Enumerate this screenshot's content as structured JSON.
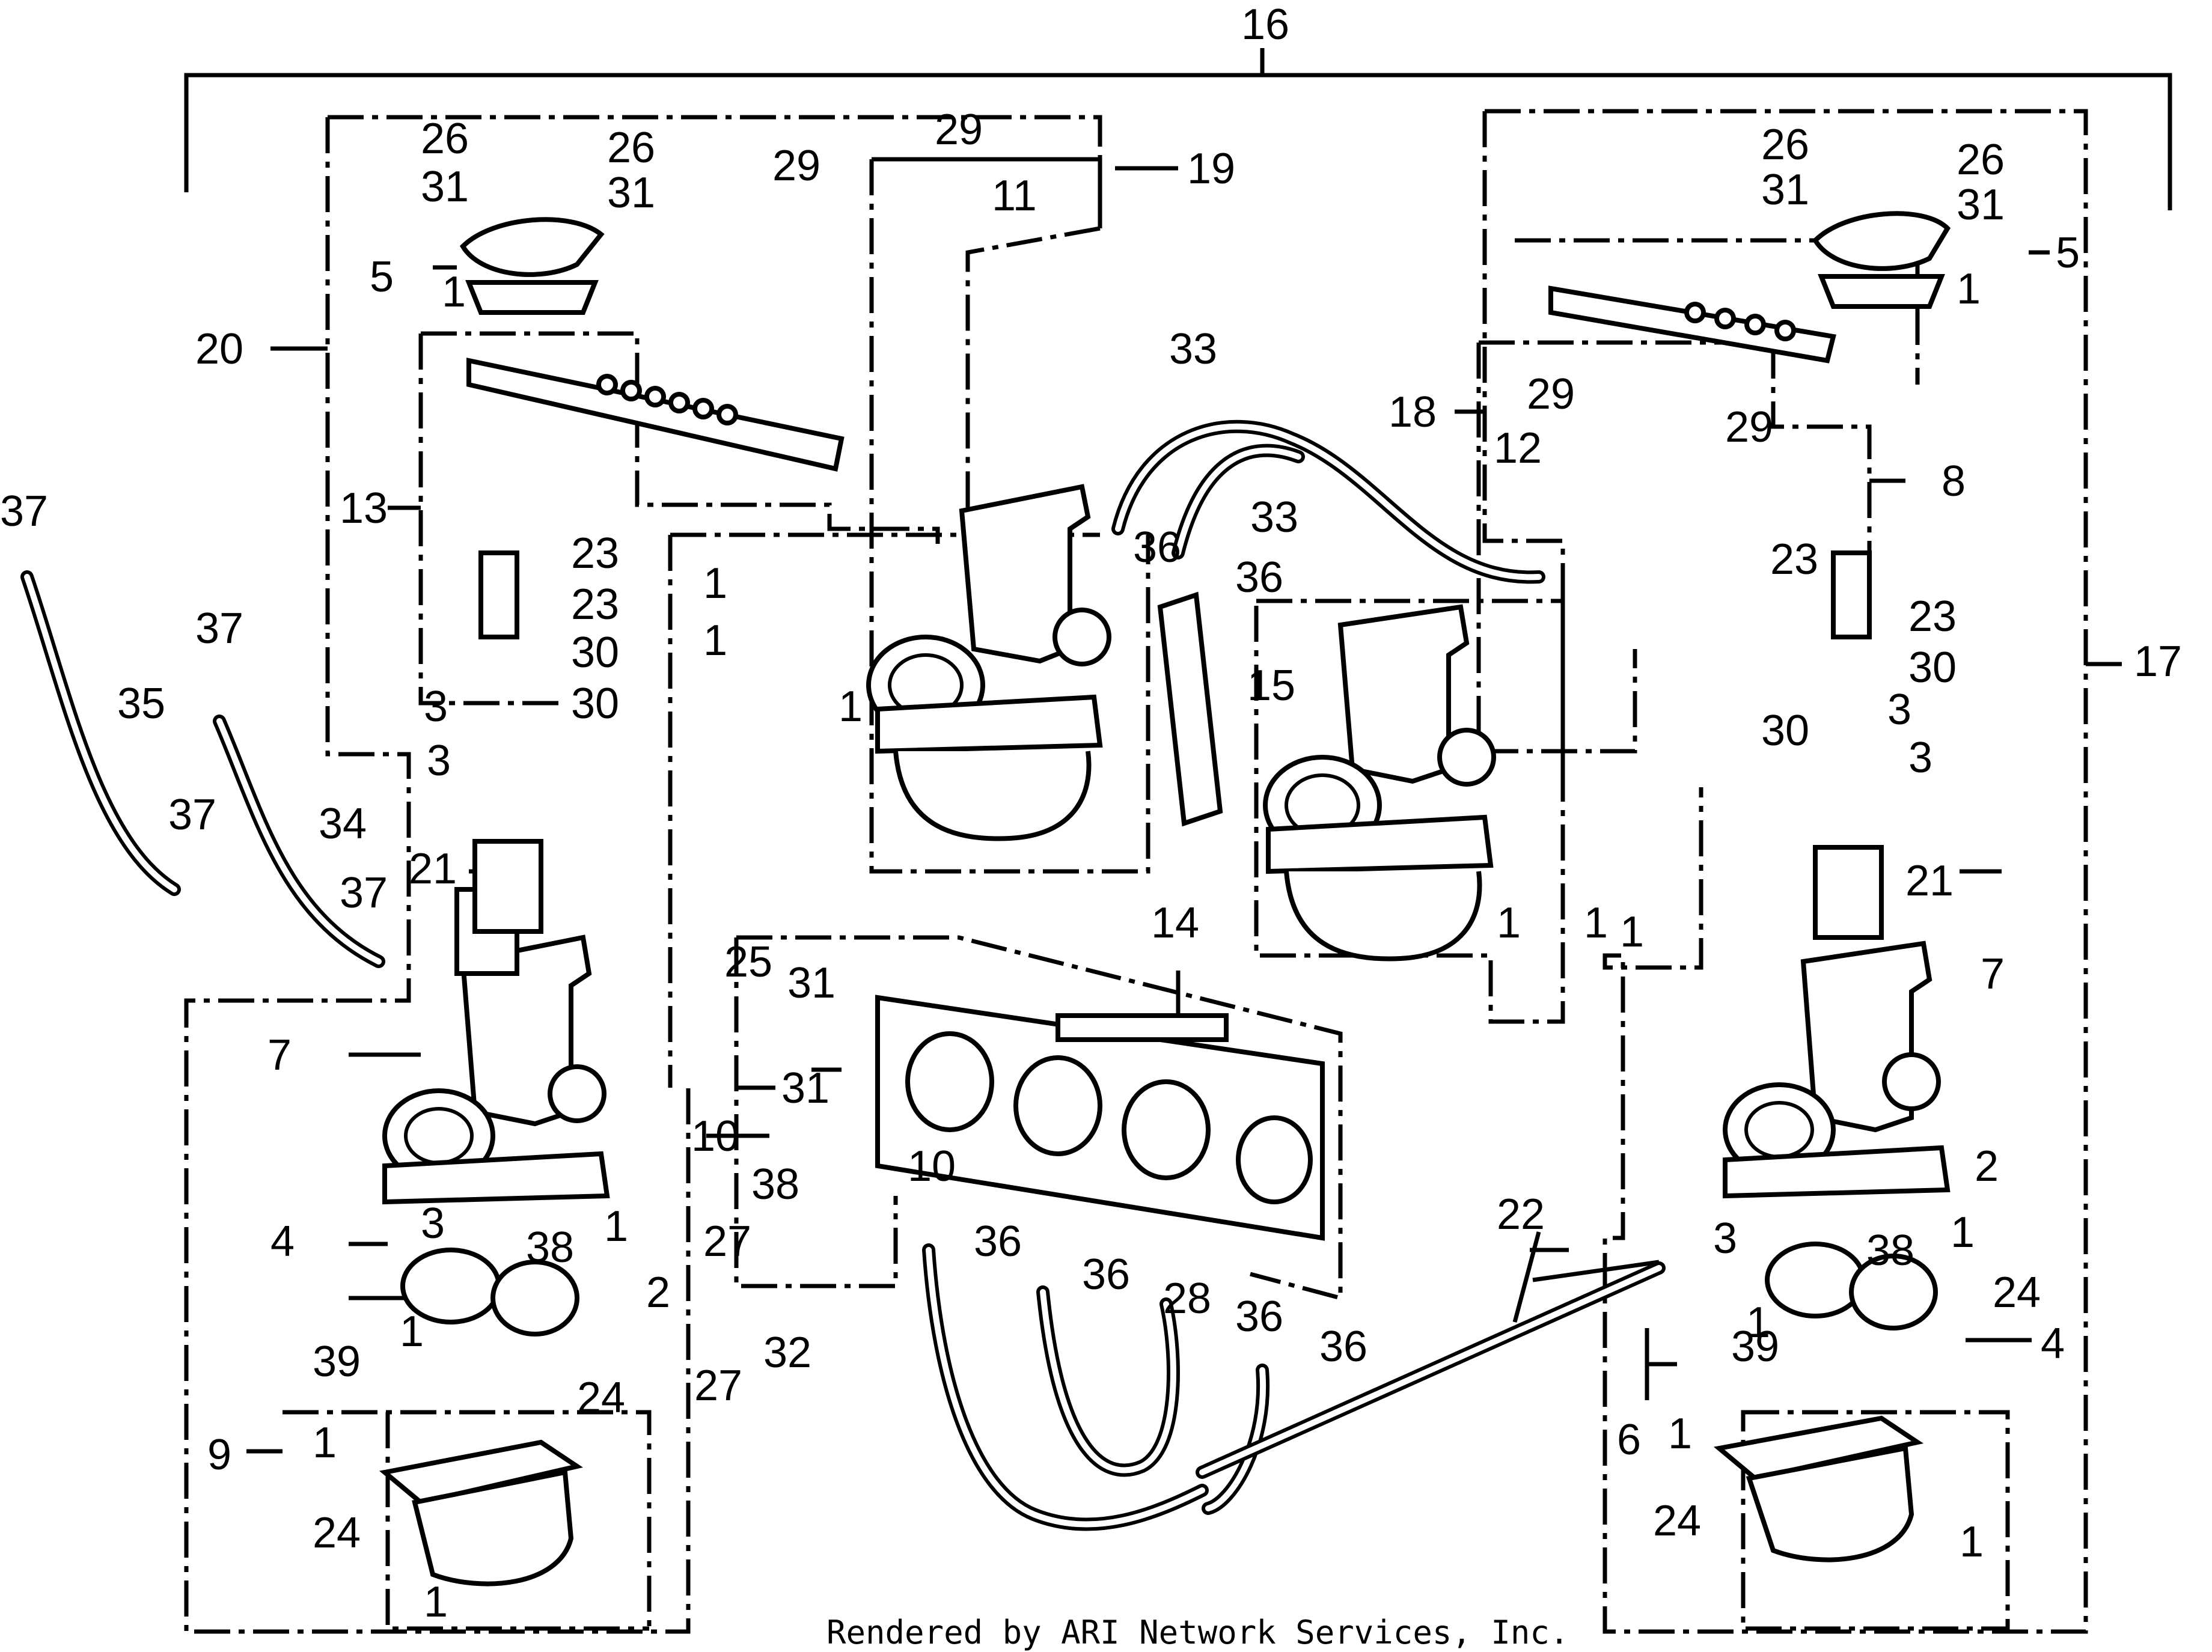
{
  "diagram": {
    "callouts": [
      "16",
      "26",
      "31",
      "26",
      "31",
      "29",
      "29",
      "11",
      "19",
      "26",
      "31",
      "26",
      "31",
      "5",
      "1",
      "5",
      "1",
      "20",
      "33",
      "33",
      "18",
      "29",
      "29",
      "12",
      "8",
      "13",
      "37",
      "23",
      "23",
      "30",
      "30",
      "3",
      "3",
      "1",
      "1",
      "1",
      "36",
      "36",
      "15",
      "23",
      "23",
      "30",
      "30",
      "3",
      "3",
      "17",
      "35",
      "37",
      "34",
      "37",
      "37",
      "21",
      "21",
      "14",
      "1",
      "1",
      "1",
      "7",
      "7",
      "25",
      "31",
      "31",
      "10",
      "10",
      "38",
      "4",
      "3",
      "38",
      "1",
      "2",
      "27",
      "36",
      "36",
      "28",
      "36",
      "36",
      "22",
      "3",
      "38",
      "1",
      "2",
      "24",
      "4",
      "39",
      "1",
      "24",
      "39",
      "1",
      "9",
      "1",
      "6",
      "1",
      "24",
      "24",
      "1",
      "1",
      "27",
      "32"
    ],
    "footer": "Rendered by ARI Network Services, Inc."
  }
}
